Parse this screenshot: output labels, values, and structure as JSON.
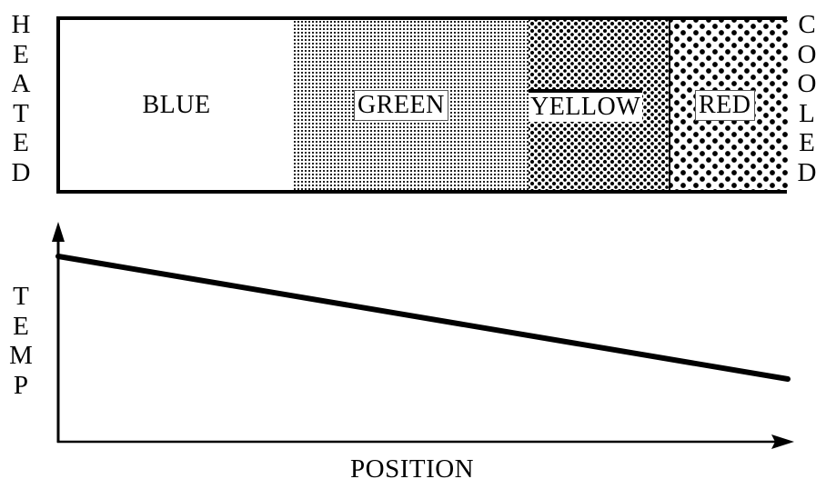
{
  "side_labels": {
    "left": "HEATED",
    "right": "COOLED"
  },
  "bar": {
    "regions": [
      {
        "id": "blue",
        "label": "BLUE",
        "pattern": "plain white"
      },
      {
        "id": "green",
        "label": "GREEN",
        "pattern": "fine dot screen"
      },
      {
        "id": "yellow",
        "label": "YELLOW",
        "pattern": "medium dense dots"
      },
      {
        "id": "red",
        "label": "RED",
        "pattern": "coarse checker dots"
      }
    ]
  },
  "graph": {
    "y_axis_label": "TEMP",
    "x_axis_label": "POSITION",
    "line": {
      "description": "temperature decreases linearly from heated end to cooled end"
    }
  },
  "chart_data": {
    "type": "line",
    "title": "",
    "xlabel": "POSITION",
    "ylabel": "TEMP",
    "x": [
      0,
      1
    ],
    "series": [
      {
        "name": "temperature",
        "values": [
          0.84,
          0.28
        ]
      }
    ],
    "xlim": [
      0,
      1
    ],
    "ylim": [
      0,
      1
    ],
    "grid": false,
    "annotations": [
      "HEATED (left end)",
      "COOLED (right end)",
      "BLUE",
      "GREEN",
      "YELLOW",
      "RED"
    ]
  },
  "colors": {
    "ink": "#000000",
    "paper": "#ffffff"
  }
}
